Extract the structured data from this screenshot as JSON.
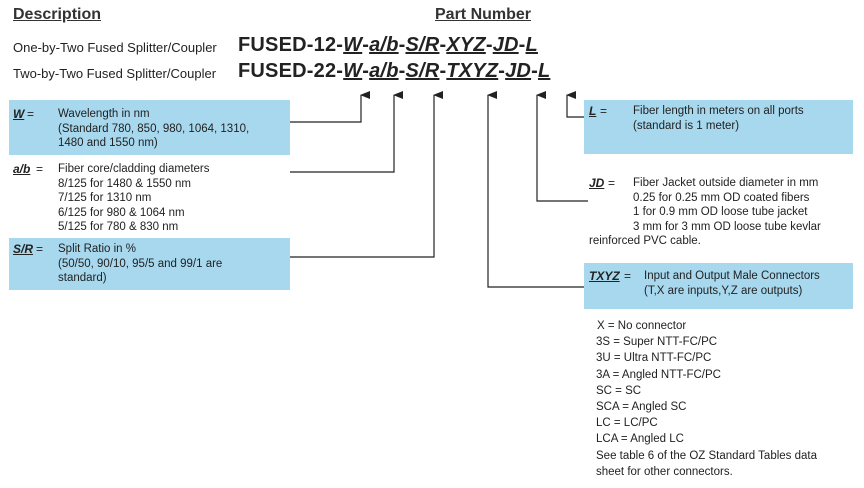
{
  "headers": {
    "description": "Description",
    "part_number": "Part Number"
  },
  "products": [
    {
      "label": "One-by-Two Fused Splitter/Coupler",
      "code_prefix": "FUSED-12-",
      "segs": [
        "W",
        "-",
        "a/b",
        "-",
        "S/R",
        "-",
        "XYZ",
        "-",
        "JD",
        "-",
        "L"
      ]
    },
    {
      "label": "Two-by-Two Fused Splitter/Coupler",
      "code_prefix": "FUSED-22-",
      "segs": [
        "W",
        "-",
        "a/b",
        "-",
        "S/R",
        "-",
        "TXYZ",
        "-",
        "JD",
        "-",
        "L"
      ]
    }
  ],
  "fields": {
    "W": {
      "key": "W",
      "eq": "=",
      "lines": [
        "Wavelength in nm",
        "(Standard 780, 850, 980, 1064, 1310,",
        "1480 and 1550 nm)"
      ]
    },
    "ab": {
      "key": "a/b",
      "eq": "=",
      "lines": [
        "Fiber core/cladding diameters",
        "8/125 for 1480 & 1550 nm",
        "7/125 for 1310 nm",
        "6/125 for 980 & 1064 nm",
        "5/125 for 780 & 830 nm"
      ]
    },
    "SR": {
      "key": "S/R",
      "eq": "=",
      "lines": [
        "Split Ratio in %",
        "(50/50, 90/10, 95/5  and 99/1 are",
        "standard)"
      ]
    },
    "L": {
      "key": "L",
      "eq": "=",
      "lines": [
        "Fiber length in meters on all ports",
        "(standard is 1 meter)"
      ]
    },
    "JD": {
      "key": "JD",
      "eq": "=",
      "lines": [
        "Fiber Jacket outside diameter in mm",
        "0.25 for 0.25 mm OD coated fibers",
        "1 for 0.9 mm OD loose tube jacket",
        "3 mm  for 3 mm OD loose tube kevlar",
        "reinforced PVC cable."
      ]
    },
    "TXYZ": {
      "key": "TXYZ",
      "eq": "=",
      "lines": [
        "Input and Output Male Connectors",
        "(T,X are inputs,Y,Z are outputs)"
      ]
    }
  },
  "connectors": [
    "X = No connector",
    "3S = Super NTT-FC/PC",
    "3U = Ultra NTT-FC/PC",
    "3A = Angled NTT-FC/PC",
    "SC = SC",
    "SCA = Angled SC",
    "LC = LC/PC",
    "LCA = Angled LC",
    "See table 6 of the OZ Standard Tables data",
    "sheet for other connectors."
  ],
  "colors": {
    "box": "#a7d8ee",
    "line": "#222222"
  }
}
